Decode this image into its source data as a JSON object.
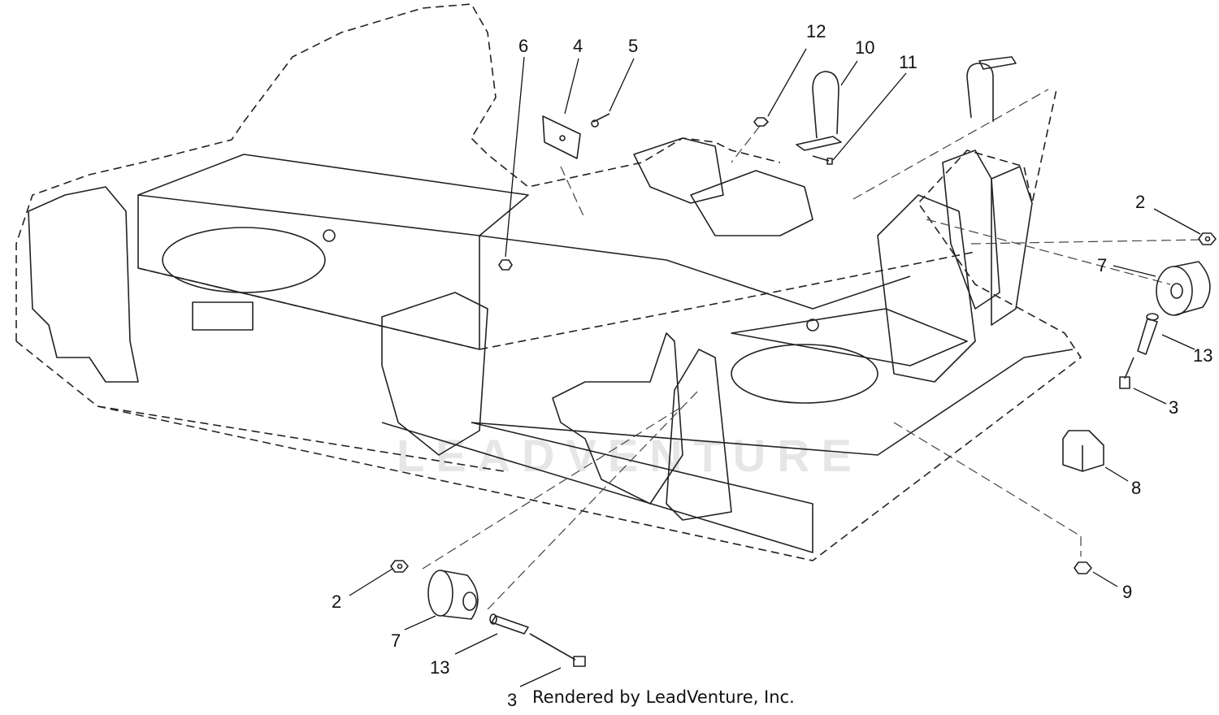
{
  "diagram": {
    "callouts": [
      "2",
      "7",
      "13",
      "3",
      "8",
      "9",
      "12",
      "10",
      "11",
      "4",
      "5",
      "6",
      "2",
      "7",
      "13",
      "3"
    ],
    "footer": "Rendered by LeadVenture, Inc.",
    "watermark": "LEADVENTURE"
  }
}
